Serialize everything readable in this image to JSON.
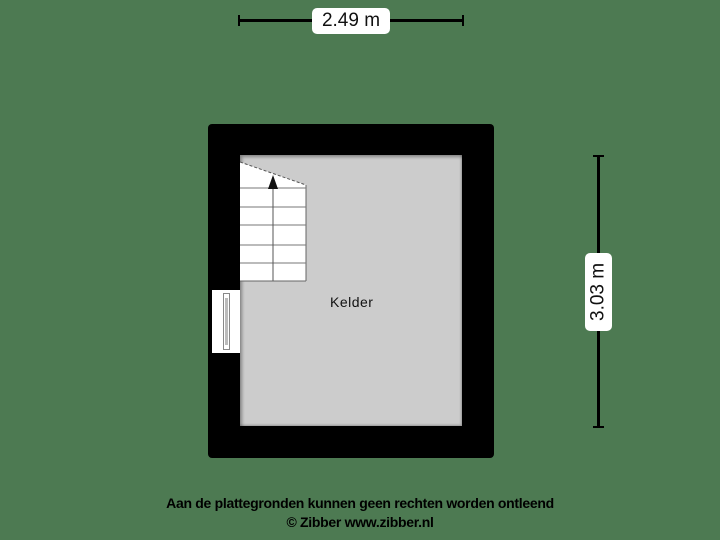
{
  "floorplan": {
    "room": {
      "name": "Kelder"
    },
    "dimensions": {
      "width": "2.49 m",
      "height": "3.03 m"
    },
    "colors": {
      "background": "#4d7a52",
      "wall": "#000000",
      "floor": "#cccccc",
      "stair": "#ffffff"
    }
  },
  "footer": {
    "disclaimer": "Aan de plattegronden kunnen geen rechten worden ontleend",
    "copyright": "© Zibber www.zibber.nl"
  }
}
